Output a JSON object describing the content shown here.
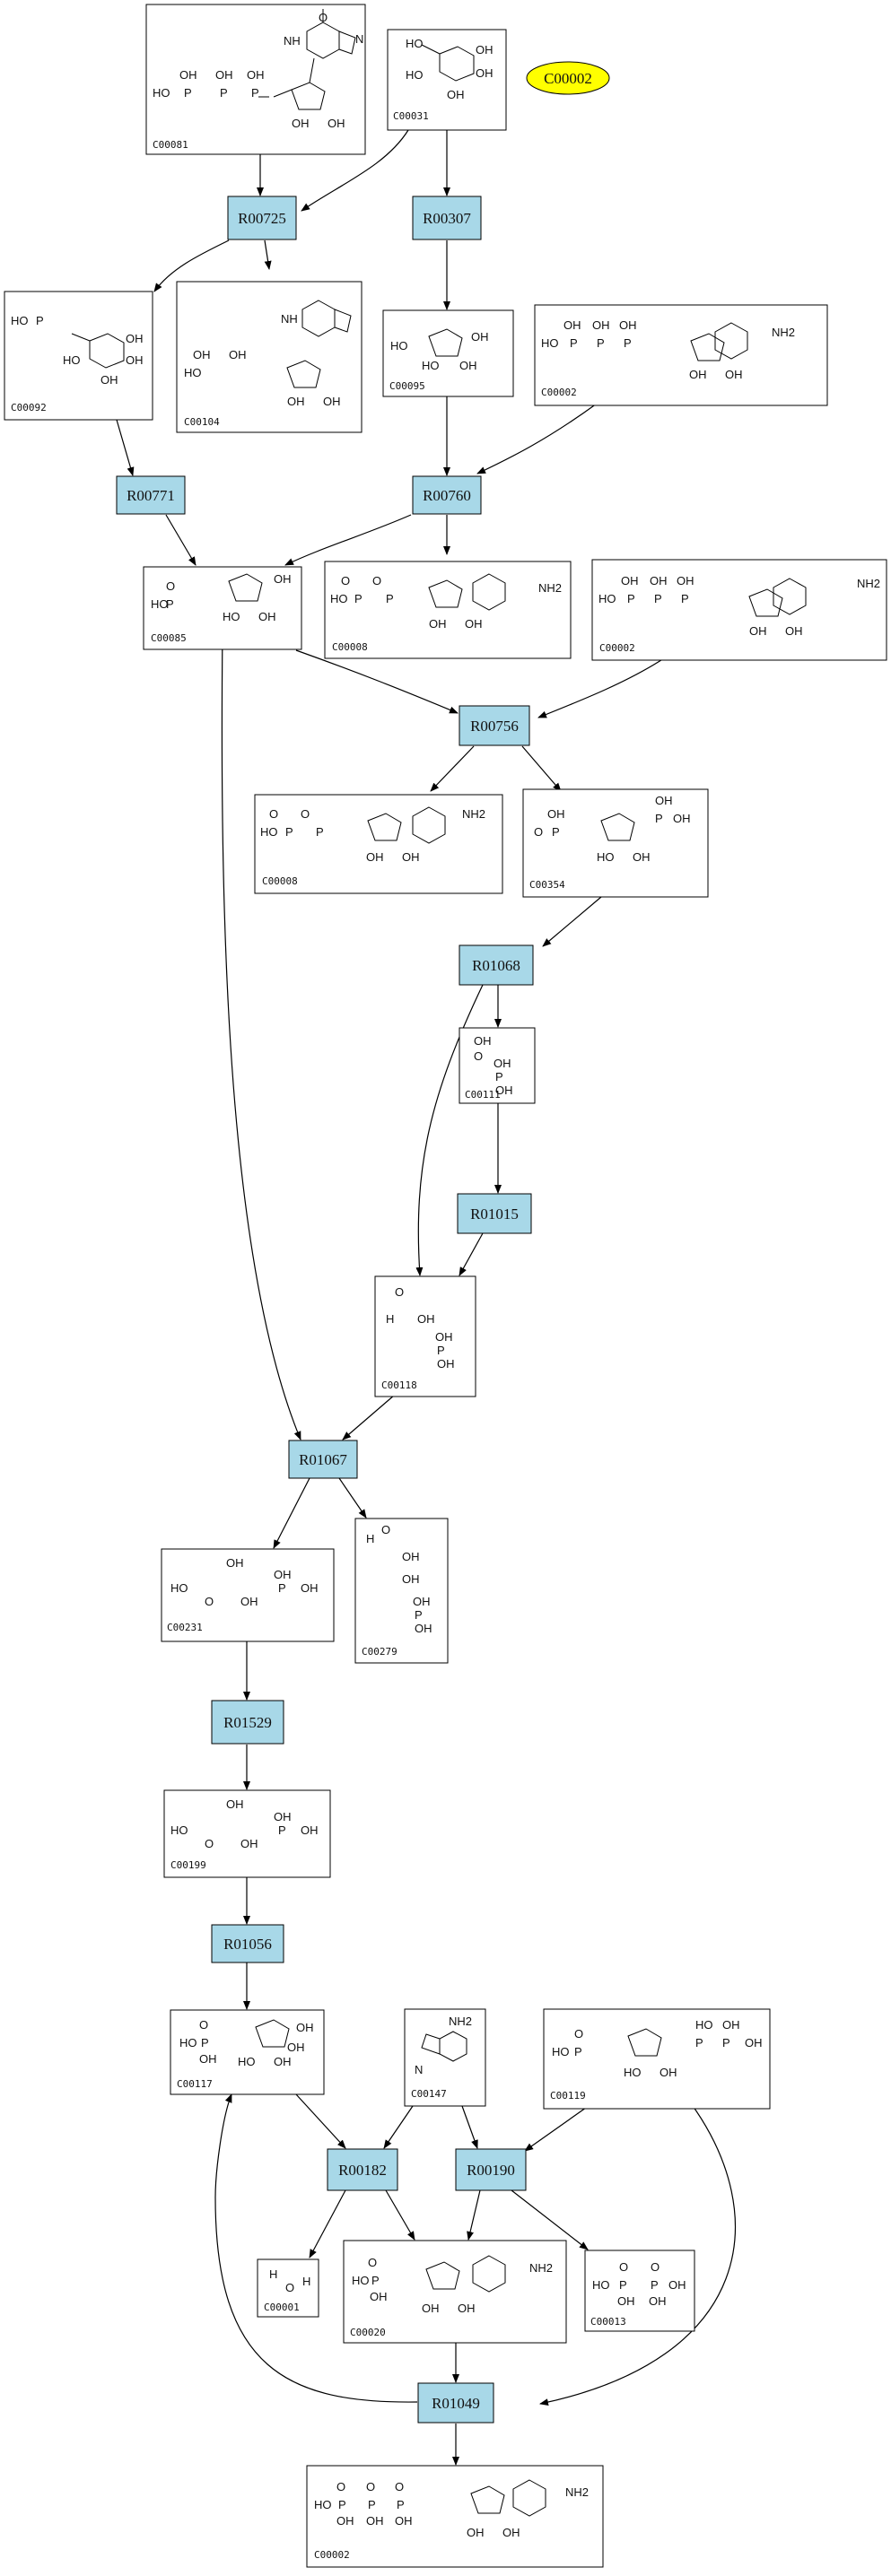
{
  "highlight": {
    "id": "C00002",
    "fill": "#ffff00"
  },
  "colors": {
    "reaction_fill": "#a8d8e8",
    "compound_fill": "#ffffff",
    "edge": "#000000"
  },
  "reactions": [
    "R00725",
    "R00307",
    "R00771",
    "R00760",
    "R00756",
    "R01068",
    "R01015",
    "R01067",
    "R01529",
    "R01056",
    "R00182",
    "R00190",
    "R01049"
  ],
  "compounds": [
    "C00081",
    "C00031",
    "C00092",
    "C00104",
    "C00095",
    "C00002",
    "C00085",
    "C00008",
    "C00002",
    "C00008",
    "C00354",
    "C00111",
    "C00118",
    "C00231",
    "C00279",
    "C00199",
    "C00117",
    "C00147",
    "C00119",
    "C00001",
    "C00020",
    "C00013",
    "C00002"
  ],
  "structure_text": {
    "oh": "OH",
    "o": "O",
    "p": "P",
    "nh2": "NH2",
    "h": "H",
    "n": "N",
    "nh": "NH",
    "ho": "HO"
  }
}
